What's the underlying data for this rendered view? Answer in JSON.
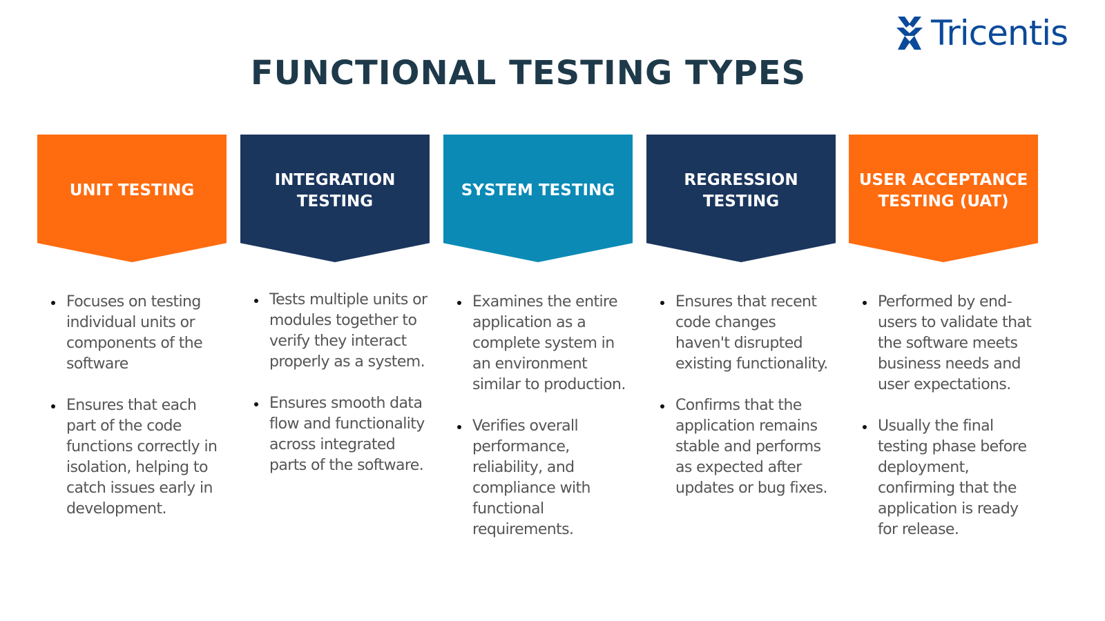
{
  "logo": {
    "text": "Tricentis",
    "icon": "tricentis-x-icon",
    "color": "#0b4a9a"
  },
  "title": "FUNCTIONAL TESTING TYPES",
  "columns": [
    {
      "label": "UNIT TESTING",
      "color": "#ff6b0f",
      "bullets": [
        "Focuses on testing individual units or components of the software",
        "Ensures that each part of the code functions correctly in isolation, helping to catch issues early in development."
      ]
    },
    {
      "label": "INTEGRATION\nTESTING",
      "color": "#1b365d",
      "bullets": [
        "Tests multiple units or modules together to verify they interact properly as a system.",
        "Ensures smooth data flow and functionality across integrated parts of the software."
      ]
    },
    {
      "label": "SYSTEM TESTING",
      "color": "#0a8ab5",
      "bullets": [
        "Examines the entire application as a complete system in an environment similar to production.",
        "Verifies overall performance, reliability, and compliance with functional requirements."
      ]
    },
    {
      "label": "REGRESSION\nTESTING",
      "color": "#1b365d",
      "bullets": [
        "Ensures that recent code changes haven't disrupted existing functionality.",
        "Confirms that the application remains stable and performs as expected after updates or bug fixes."
      ]
    },
    {
      "label": "USER ACCEPTANCE\nTESTING (UAT)",
      "color": "#ff6b0f",
      "bullets": [
        "Performed by end-users to validate that the software meets business needs and user expectations.",
        "Usually the final testing phase before deployment, confirming that the application is ready for release."
      ]
    }
  ]
}
